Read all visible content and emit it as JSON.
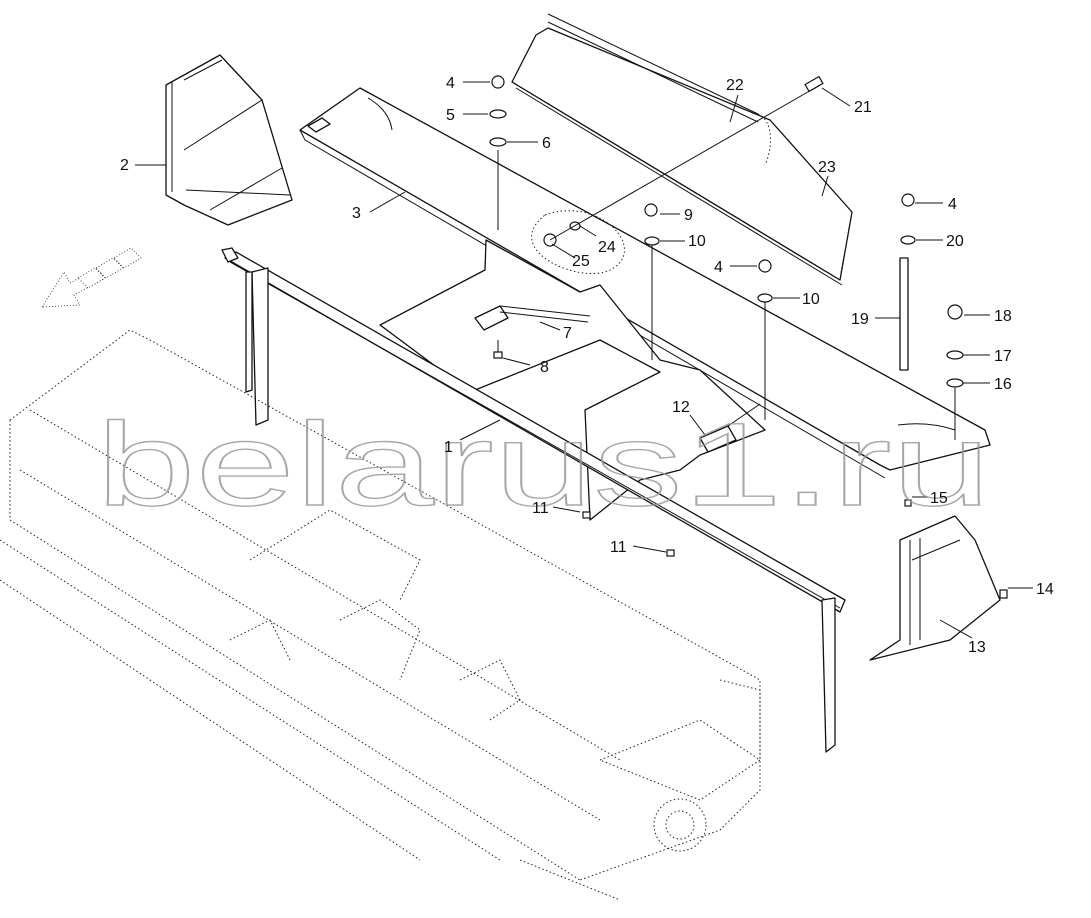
{
  "watermark": "belarus1.ru",
  "callouts": [
    "1",
    "2",
    "3",
    "4",
    "5",
    "6",
    "7",
    "8",
    "9",
    "10",
    "11",
    "12",
    "13",
    "14",
    "15",
    "16",
    "17",
    "18",
    "19",
    "20",
    "21",
    "22",
    "23",
    "24",
    "25"
  ],
  "labels": [
    {
      "text": "4"
    },
    {
      "text": "5"
    },
    {
      "text": "6"
    },
    {
      "text": "22"
    },
    {
      "text": "21"
    },
    {
      "text": "2"
    },
    {
      "text": "3"
    },
    {
      "text": "23"
    },
    {
      "text": "9"
    },
    {
      "text": "10"
    },
    {
      "text": "24"
    },
    {
      "text": "25"
    },
    {
      "text": "4"
    },
    {
      "text": "20"
    },
    {
      "text": "4"
    },
    {
      "text": "10"
    },
    {
      "text": "7"
    },
    {
      "text": "19"
    },
    {
      "text": "18"
    },
    {
      "text": "8"
    },
    {
      "text": "17"
    },
    {
      "text": "16"
    },
    {
      "text": "12"
    },
    {
      "text": "1"
    },
    {
      "text": "15"
    },
    {
      "text": "11"
    },
    {
      "text": "11"
    },
    {
      "text": "14"
    },
    {
      "text": "13"
    }
  ]
}
